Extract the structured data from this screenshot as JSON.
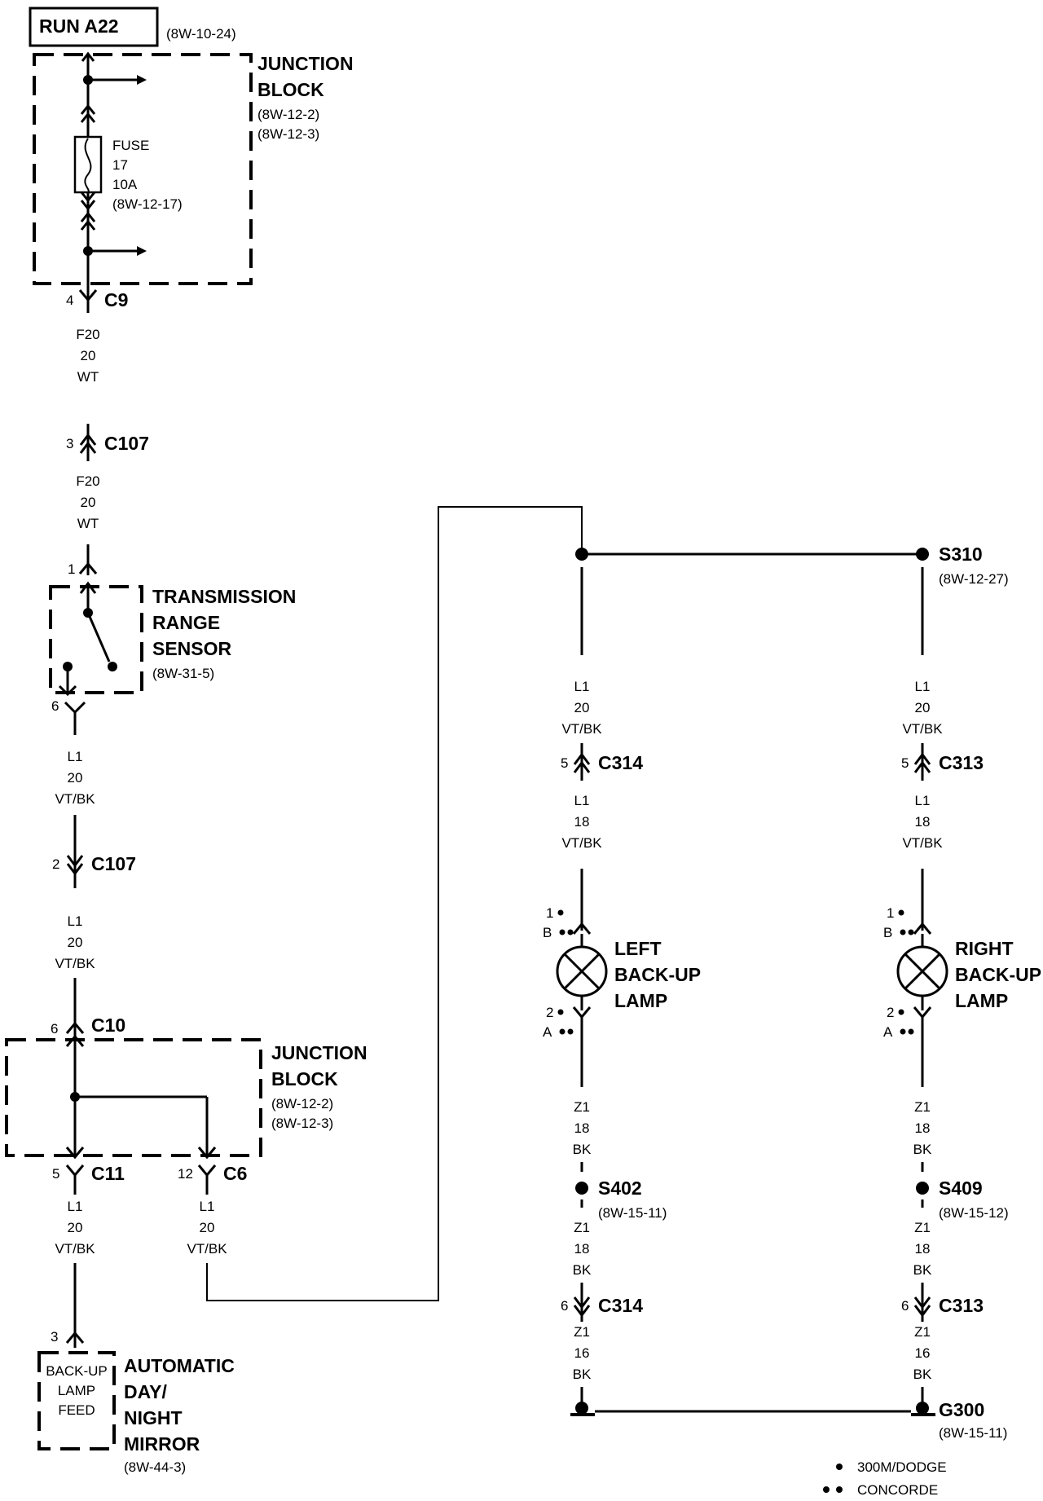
{
  "run_box": {
    "label": "RUN A22",
    "ref": "(8W-10-24)"
  },
  "jb_top": {
    "title1": "JUNCTION",
    "title2": "BLOCK",
    "ref1": "(8W-12-2)",
    "ref2": "(8W-12-3)"
  },
  "fuse": {
    "l1": "FUSE",
    "l2": "17",
    "l3": "10A",
    "l4": "(8W-12-17)"
  },
  "c9": {
    "pin": "4",
    "name": "C9"
  },
  "wire_a": {
    "circuit": "F20",
    "gauge": "20",
    "color": "WT"
  },
  "c107a": {
    "pin": "3",
    "name": "C107"
  },
  "wire_b": {
    "circuit": "F20",
    "gauge": "20",
    "color": "WT"
  },
  "trs": {
    "pin_in": "1",
    "pin_out": "6",
    "t1": "TRANSMISSION",
    "t2": "RANGE",
    "t3": "SENSOR",
    "ref": "(8W-31-5)"
  },
  "wire_c": {
    "circuit": "L1",
    "gauge": "20",
    "color": "VT/BK"
  },
  "c107b": {
    "pin": "2",
    "name": "C107"
  },
  "wire_d": {
    "circuit": "L1",
    "gauge": "20",
    "color": "VT/BK"
  },
  "c10": {
    "pin": "6",
    "name": "C10"
  },
  "jb_bot": {
    "title1": "JUNCTION",
    "title2": "BLOCK",
    "ref1": "(8W-12-2)",
    "ref2": "(8W-12-3)"
  },
  "c11": {
    "pin": "5",
    "name": "C11"
  },
  "c6": {
    "pin": "12",
    "name": "C6"
  },
  "wire_e": {
    "circuit": "L1",
    "gauge": "20",
    "color": "VT/BK"
  },
  "wire_f": {
    "circuit": "L1",
    "gauge": "20",
    "color": "VT/BK"
  },
  "mirror": {
    "pin": "3",
    "b1": "BACK-UP",
    "b2": "LAMP",
    "b3": "FEED",
    "t1": "AUTOMATIC",
    "t2": "DAY/",
    "t3": "NIGHT",
    "t4": "MIRROR",
    "ref": "(8W-44-3)"
  },
  "s310": {
    "name": "S310",
    "ref": "(8W-12-27)"
  },
  "left": {
    "w1": {
      "circuit": "L1",
      "gauge": "20",
      "color": "VT/BK"
    },
    "conn1": {
      "pin": "5",
      "name": "C314"
    },
    "w2": {
      "circuit": "L1",
      "gauge": "18",
      "color": "VT/BK"
    },
    "pin1a": "1",
    "pin1b": "B",
    "pin2a": "2",
    "pin2b": "A",
    "lamp1": "LEFT",
    "lamp2": "BACK-UP",
    "lamp3": "LAMP",
    "w3": {
      "circuit": "Z1",
      "gauge": "18",
      "color": "BK"
    },
    "splice": {
      "name": "S402",
      "ref": "(8W-15-11)"
    },
    "w4": {
      "circuit": "Z1",
      "gauge": "18",
      "color": "BK"
    },
    "conn2": {
      "pin": "6",
      "name": "C314"
    },
    "w5": {
      "circuit": "Z1",
      "gauge": "16",
      "color": "BK"
    }
  },
  "right": {
    "w1": {
      "circuit": "L1",
      "gauge": "20",
      "color": "VT/BK"
    },
    "conn1": {
      "pin": "5",
      "name": "C313"
    },
    "w2": {
      "circuit": "L1",
      "gauge": "18",
      "color": "VT/BK"
    },
    "pin1a": "1",
    "pin1b": "B",
    "pin2a": "2",
    "pin2b": "A",
    "lamp1": "RIGHT",
    "lamp2": "BACK-UP",
    "lamp3": "LAMP",
    "w3": {
      "circuit": "Z1",
      "gauge": "18",
      "color": "BK"
    },
    "splice": {
      "name": "S409",
      "ref": "(8W-15-12)"
    },
    "w4": {
      "circuit": "Z1",
      "gauge": "18",
      "color": "BK"
    },
    "conn2": {
      "pin": "6",
      "name": "C313"
    },
    "w5": {
      "circuit": "Z1",
      "gauge": "16",
      "color": "BK"
    }
  },
  "g300": {
    "name": "G300",
    "ref": "(8W-15-11)"
  },
  "legend": {
    "dodge": "300M/DODGE",
    "concorde": "CONCORDE"
  }
}
